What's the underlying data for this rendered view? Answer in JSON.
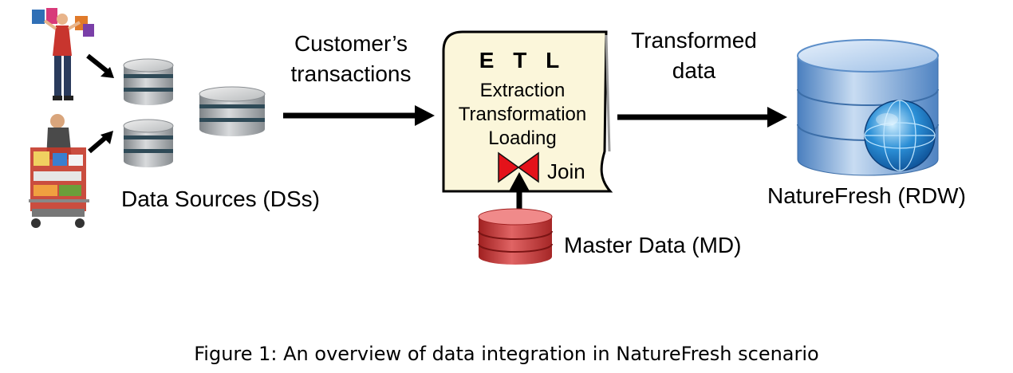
{
  "diagram": {
    "edge_labels": {
      "customer_transactions_line1": "Customer’s",
      "customer_transactions_line2": "transactions",
      "transformed_data_line1": "Transformed",
      "transformed_data_line2": "data"
    },
    "nodes": {
      "data_sources": "Data Sources (DSs)",
      "etl_title": "E T L",
      "etl_steps": [
        "Extraction",
        "Transformation",
        "Loading"
      ],
      "join": "Join",
      "master_data": "Master Data (MD)",
      "rdw": "NatureFresh (RDW)"
    },
    "icons": {
      "shopper": "shopper-with-bags-icon",
      "cart_shopper": "shopper-with-cart-icon",
      "ds_database": "grey-database-icon",
      "md_database": "red-database-icon",
      "rdw_database": "blue-database-globe-icon",
      "join": "bowtie-join-icon"
    },
    "colors": {
      "etl_box_fill": "#fbf6da",
      "ds_db_grey": "#a9a9a9",
      "ds_db_band": "#2f4a57",
      "md_db_red": "#c93a3a",
      "rdw_db_blue": "#6c9fd4",
      "join_red": "#e4121a"
    }
  },
  "caption": "Figure 1: An overview of data integration in NatureFresh scenario"
}
